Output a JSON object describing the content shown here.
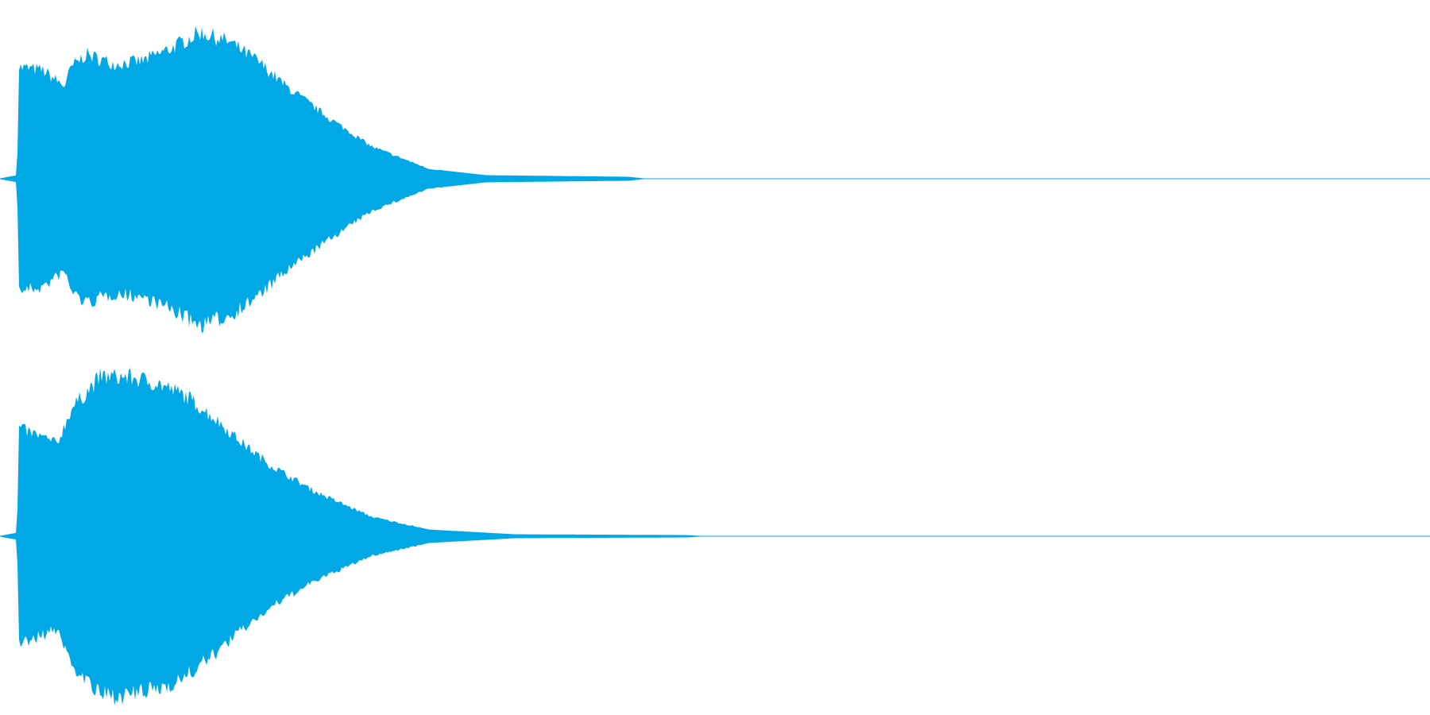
{
  "waveform": {
    "color": "#00a8e6",
    "channels": [
      {
        "label": "",
        "peak_start_time": 0.02,
        "envelope": [
          [
            0.0,
            0.0
          ],
          [
            0.012,
            0.02
          ],
          [
            0.013,
            0.7
          ],
          [
            0.03,
            0.68
          ],
          [
            0.045,
            0.58
          ],
          [
            0.05,
            0.7
          ],
          [
            0.06,
            0.78
          ],
          [
            0.08,
            0.72
          ],
          [
            0.1,
            0.74
          ],
          [
            0.12,
            0.82
          ],
          [
            0.14,
            0.92
          ],
          [
            0.16,
            0.86
          ],
          [
            0.18,
            0.74
          ],
          [
            0.2,
            0.58
          ],
          [
            0.23,
            0.38
          ],
          [
            0.26,
            0.2
          ],
          [
            0.3,
            0.06
          ],
          [
            0.34,
            0.02
          ],
          [
            0.44,
            0.01
          ],
          [
            0.45,
            0.0
          ],
          [
            1.0,
            0.0
          ]
        ]
      },
      {
        "label": "",
        "peak_start_time": 0.02,
        "envelope": [
          [
            0.0,
            0.0
          ],
          [
            0.012,
            0.02
          ],
          [
            0.013,
            0.68
          ],
          [
            0.03,
            0.62
          ],
          [
            0.04,
            0.58
          ],
          [
            0.05,
            0.8
          ],
          [
            0.07,
            1.0
          ],
          [
            0.09,
            1.0
          ],
          [
            0.11,
            0.96
          ],
          [
            0.13,
            0.88
          ],
          [
            0.15,
            0.74
          ],
          [
            0.17,
            0.58
          ],
          [
            0.19,
            0.44
          ],
          [
            0.22,
            0.28
          ],
          [
            0.26,
            0.12
          ],
          [
            0.3,
            0.04
          ],
          [
            0.36,
            0.01
          ],
          [
            0.48,
            0.005
          ],
          [
            0.49,
            0.0
          ],
          [
            1.0,
            0.0
          ]
        ]
      }
    ]
  }
}
